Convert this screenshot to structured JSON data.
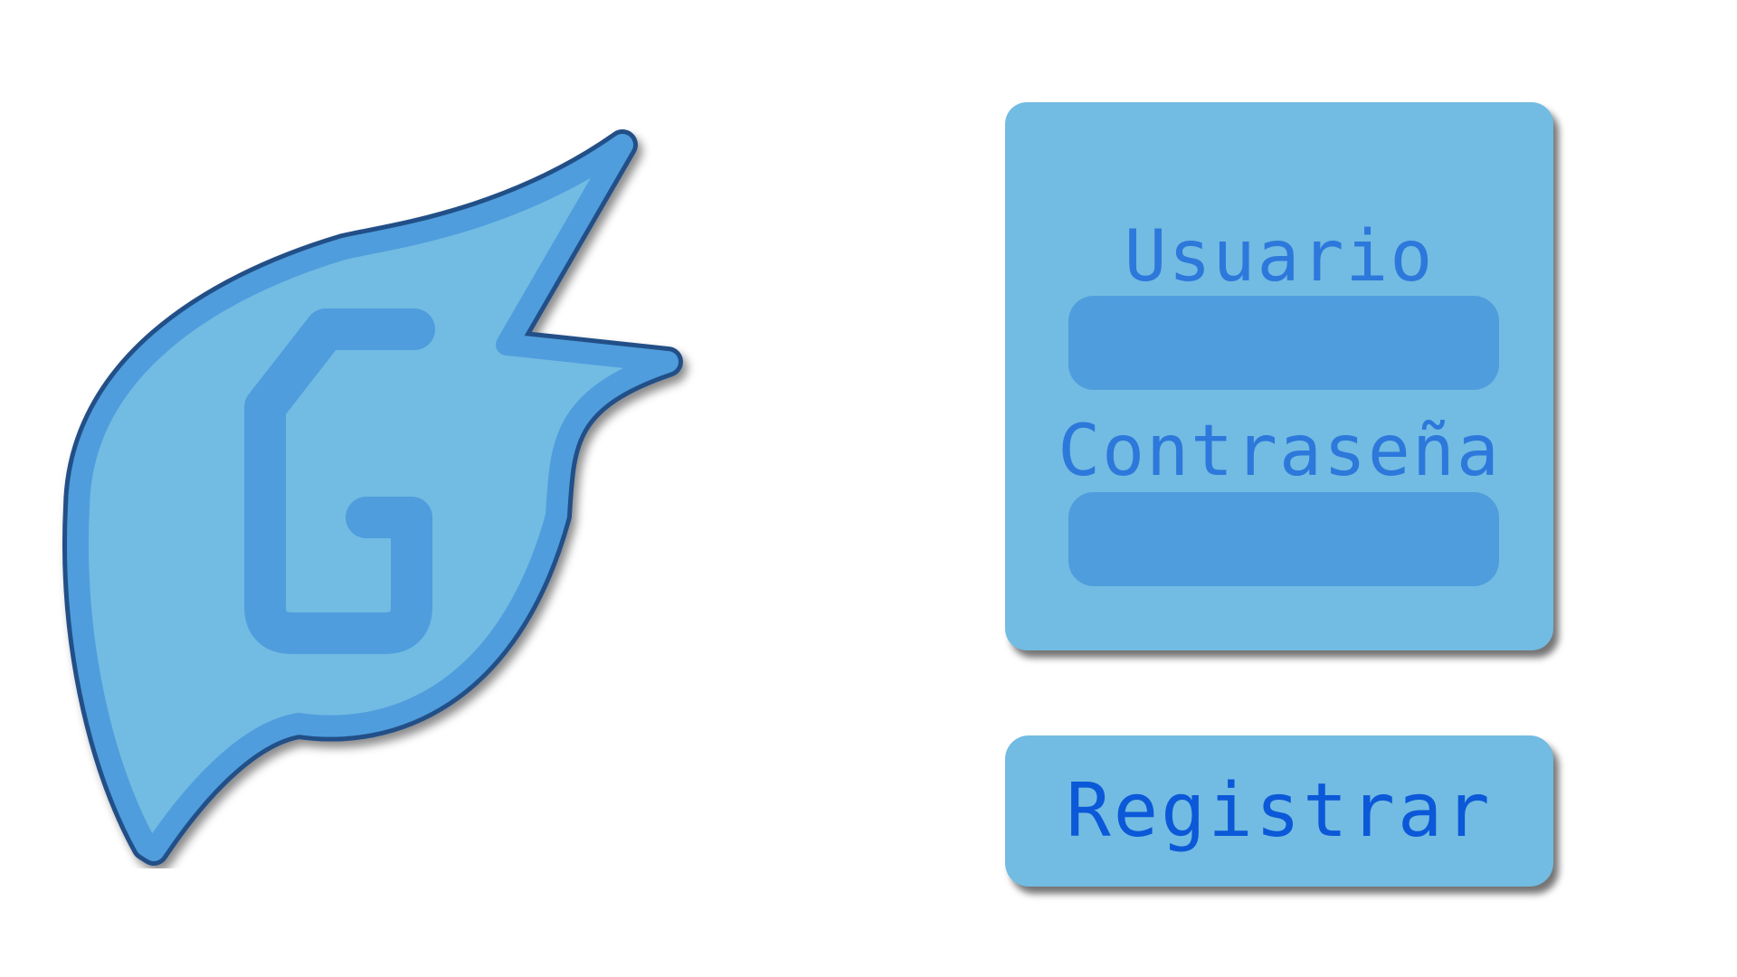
{
  "logo": {
    "letter": "G",
    "icon": "flame-g-logo-icon",
    "colors": {
      "fill": "#72bbe2",
      "border": "#4f9ddd",
      "outline": "#244f87"
    }
  },
  "login": {
    "username_label": "Usuario",
    "username_value": "",
    "password_label": "Contraseña",
    "password_value": "",
    "colors": {
      "card": "#72bbe2",
      "input": "#4f9ddd",
      "label": "#2d78db"
    }
  },
  "register": {
    "label": "Registrar",
    "color": "#0b58d8"
  }
}
